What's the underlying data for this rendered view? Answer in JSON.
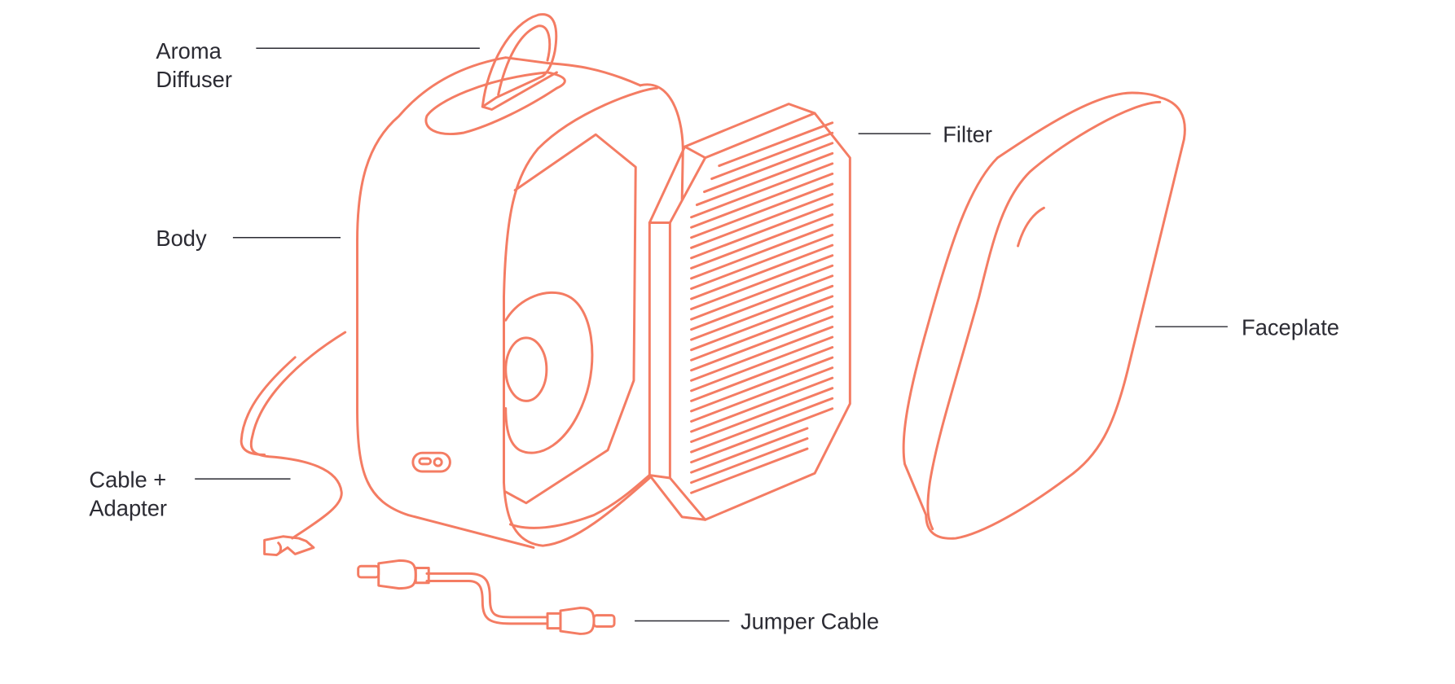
{
  "colors": {
    "illustration": "#f47c63",
    "text": "#2b2b33"
  },
  "labels": {
    "aroma_diffuser": [
      "Aroma",
      "Diffuser"
    ],
    "body": "Body",
    "cable_adapter": [
      "Cable +",
      "Adapter"
    ],
    "filter": "Filter",
    "faceplate": "Faceplate",
    "jumper_cable": "Jumper Cable"
  }
}
